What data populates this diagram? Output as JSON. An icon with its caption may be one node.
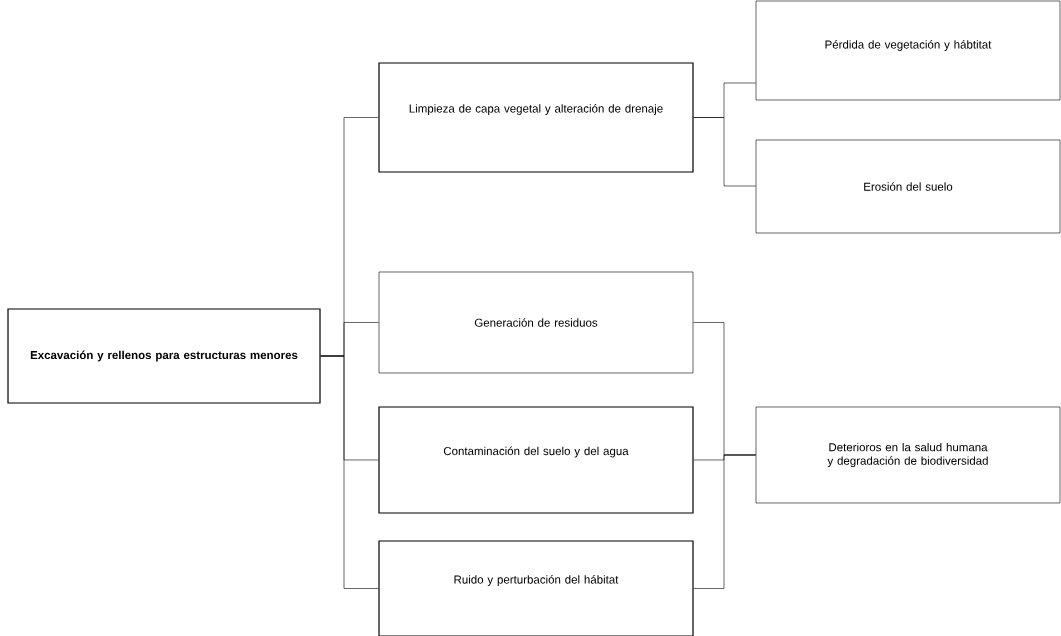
{
  "diagram": {
    "nodes": [
      {
        "text": [
          "Excavación y rellenos para estructuras menores"
        ]
      },
      {
        "text": [
          "Limpieza de capa vegetal y alteración de drenaje"
        ]
      },
      {
        "text": [
          "Generación de residuos"
        ]
      },
      {
        "text": [
          "Contaminación del suelo y del agua"
        ]
      },
      {
        "text": [
          "Ruido y perturbación del hábitat"
        ]
      },
      {
        "text": [
          "Pérdida de vegetación y hábtitat"
        ]
      },
      {
        "text": [
          "Erosión del suelo"
        ]
      },
      {
        "text": [
          "Deterioros en la salud humana y degradación de biodiversidad"
        ]
      }
    ],
    "edges": [
      {
        "from": 0,
        "to": 1,
        "arrow": "none"
      },
      {
        "from": 0,
        "to": 2,
        "arrow": "none"
      },
      {
        "from": 0,
        "to": 3,
        "arrow": "none"
      },
      {
        "from": 0,
        "to": 4,
        "arrow": "none"
      },
      {
        "from": 1,
        "to": 5,
        "arrow": "none"
      },
      {
        "from": 1,
        "to": 6,
        "arrow": "none"
      },
      {
        "from": 2,
        "to": 7,
        "arrow": "none"
      },
      {
        "from": 3,
        "to": 7,
        "arrow": "none"
      },
      {
        "from": 4,
        "to": 7,
        "arrow": "none"
      }
    ]
  }
}
